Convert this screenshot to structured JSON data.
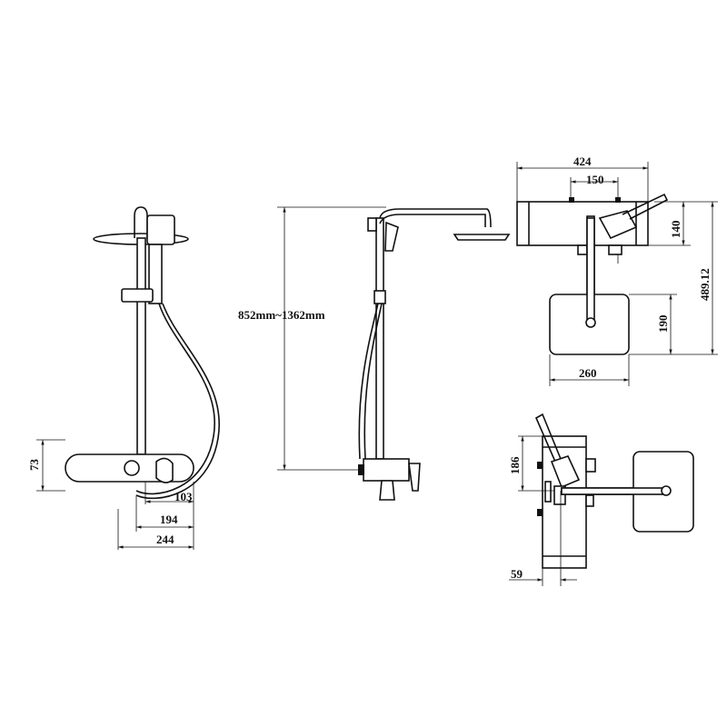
{
  "title": "Shower system dimension drawing",
  "dimensions": {
    "front_base_height": "73",
    "front_lever_offset": "103",
    "front_width_194": "194",
    "front_width_244": "244",
    "side_height_range": "852mm~1362mm",
    "top_width": "424",
    "top_inlet_spacing": "150",
    "top_body_depth": "140",
    "top_total_depth": "489.12",
    "head_depth": "190",
    "head_width": "260",
    "bottom_height": "186",
    "bottom_offset": "59"
  },
  "colors": {
    "line": "#111111",
    "background": "#ffffff"
  }
}
